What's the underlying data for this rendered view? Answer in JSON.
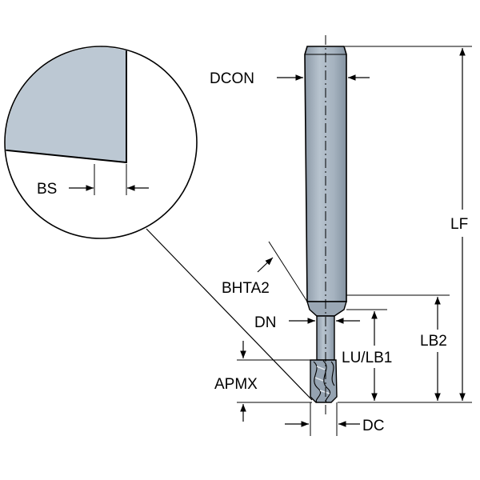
{
  "labels": {
    "dcon": "DCON",
    "bs": "BS",
    "lf": "LF",
    "bhta2": "BHTA2",
    "dn": "DN",
    "lb2": "LB2",
    "lu_lb1": "LU/LB1",
    "apmx": "APMX",
    "dc": "DC"
  },
  "colors": {
    "tool_body": "#a9b6c3",
    "tool_dark": "#8b98a6",
    "tool_highlight": "#cdd6de",
    "detail_fill": "#bcc8d3",
    "line": "#000000",
    "background": "#ffffff"
  }
}
